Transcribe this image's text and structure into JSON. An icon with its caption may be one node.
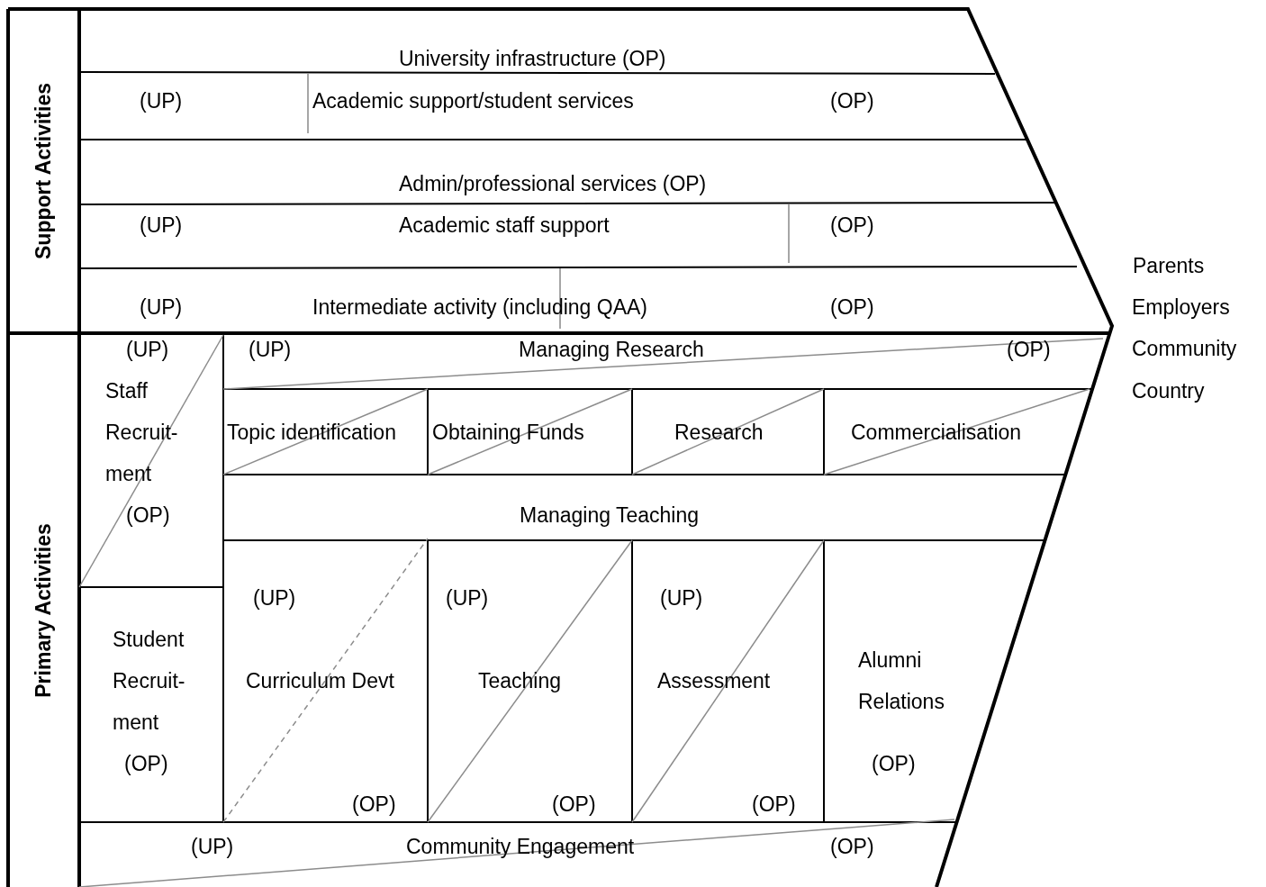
{
  "diagram": {
    "nodes": [
      {
        "text": [
          "Support Activities"
        ]
      },
      {
        "text": [
          "Primary Activities"
        ]
      },
      {
        "text": [
          "University infrastructure (OP)"
        ]
      },
      {
        "text": [
          "(UP)",
          "Academic support/student services",
          "(OP)"
        ]
      },
      {
        "text": [
          "Admin/professional services (OP)"
        ]
      },
      {
        "text": [
          "(UP)",
          "Academic staff support",
          "(OP)"
        ]
      },
      {
        "text": [
          "(UP)",
          "Intermediate activity (including QAA)",
          "(OP)"
        ]
      },
      {
        "text": [
          "(UP)",
          "Staff Recruit- ment",
          "(OP)"
        ]
      },
      {
        "text": [
          "(UP)",
          "Managing Research",
          "(OP)"
        ]
      },
      {
        "text": [
          "Topic identification"
        ]
      },
      {
        "text": [
          "Obtaining Funds"
        ]
      },
      {
        "text": [
          "Research"
        ]
      },
      {
        "text": [
          "Commercialisation"
        ]
      },
      {
        "text": [
          "Managing Teaching"
        ]
      },
      {
        "text": [
          "Student Recruit- ment",
          "(OP)"
        ]
      },
      {
        "text": [
          "(UP)",
          "Curriculum Devt",
          "(OP)"
        ]
      },
      {
        "text": [
          "(UP)",
          "Teaching",
          "(OP)"
        ]
      },
      {
        "text": [
          "(UP)",
          "Assessment",
          "(OP)"
        ]
      },
      {
        "text": [
          "Alumni Relations",
          "(OP)"
        ]
      },
      {
        "text": [
          "(UP)",
          "Community Engagement",
          "(OP)"
        ]
      }
    ],
    "edges": [],
    "labels": [
      "Parents",
      "Employers",
      "Community",
      "Country"
    ]
  }
}
